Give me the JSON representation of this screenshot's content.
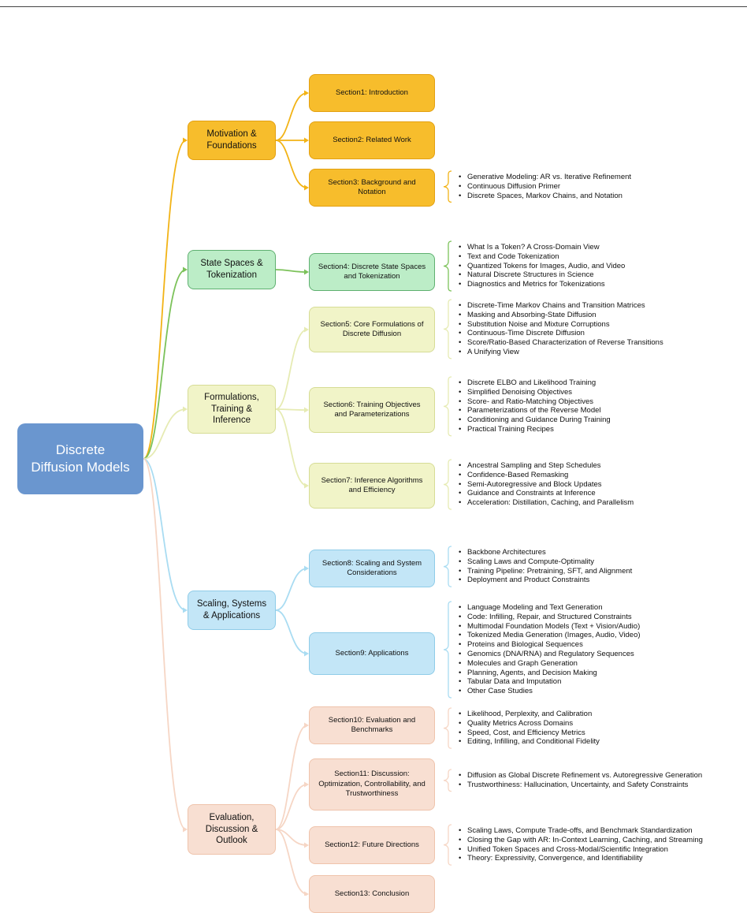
{
  "root": "Discrete Diffusion Models",
  "categories": [
    {
      "label": "Motivation & Foundations",
      "color": "#f2b316"
    },
    {
      "label": "State Spaces & Tokenization",
      "color": "#7cc25a"
    },
    {
      "label": "Formulations, Training & Inference",
      "color": "#e6ebb3"
    },
    {
      "label": "Scaling, Systems & Applications",
      "color": "#a9dcf2"
    },
    {
      "label": "Evaluation, Discussion & Outlook",
      "color": "#f6d6c5"
    }
  ],
  "sections": [
    {
      "label": "Section1: Introduction",
      "items": []
    },
    {
      "label": "Section2: Related Work",
      "items": []
    },
    {
      "label": "Section3: Background and Notation",
      "items": [
        "Generative Modeling: AR vs. Iterative Refinement",
        "Continuous Diffusion Primer",
        "Discrete Spaces, Markov Chains, and Notation"
      ]
    },
    {
      "label": "Section4: Discrete State Spaces and Tokenization",
      "items": [
        "What Is a Token? A Cross-Domain View",
        "Text and Code Tokenization",
        "Quantized Tokens for Images, Audio, and Video",
        "Natural Discrete Structures in Science",
        "Diagnostics and Metrics for Tokenizations"
      ]
    },
    {
      "label": "Section5: Core Formulations of Discrete Diffusion",
      "items": [
        "Discrete-Time Markov Chains and Transition Matrices",
        "Masking and Absorbing-State Diffusion",
        "Substitution Noise and Mixture Corruptions",
        "Continuous-Time Discrete Diffusion",
        "Score/Ratio-Based Characterization of Reverse Transitions",
        "A Unifying View"
      ]
    },
    {
      "label": "Section6: Training Objectives and Parameterizations",
      "items": [
        "Discrete ELBO and Likelihood Training",
        "Simplified Denoising Objectives",
        "Score- and Ratio-Matching Objectives",
        "Parameterizations of the Reverse Model",
        "Conditioning and Guidance During Training",
        "Practical Training Recipes"
      ]
    },
    {
      "label": "Section7: Inference Algorithms and Efficiency",
      "items": [
        "Ancestral Sampling and Step Schedules",
        "Confidence-Based Remasking",
        "Semi-Autoregressive and Block Updates",
        "Guidance and Constraints at Inference",
        "Acceleration: Distillation, Caching, and Parallelism"
      ]
    },
    {
      "label": "Section8: Scaling and System Considerations",
      "items": [
        "Backbone Architectures",
        "Scaling Laws and Compute-Optimality",
        "Training Pipeline: Pretraining, SFT, and Alignment",
        "Deployment and Product Constraints"
      ]
    },
    {
      "label": "Section9: Applications",
      "items": [
        "Language Modeling and Text Generation",
        "Code: Infilling, Repair, and Structured Constraints",
        "Multimodal Foundation Models (Text + Vision/Audio)",
        "Tokenized Media Generation (Images, Audio, Video)",
        "Proteins and Biological Sequences",
        "Genomics (DNA/RNA) and Regulatory Sequences",
        "Molecules and Graph Generation",
        "Planning, Agents, and Decision Making",
        "Tabular Data and Imputation",
        "Other Case Studies"
      ]
    },
    {
      "label": "Section10: Evaluation and Benchmarks",
      "items": [
        "Likelihood, Perplexity, and Calibration",
        "Quality Metrics Across Domains",
        "Speed, Cost, and Efficiency Metrics",
        "Editing, Infilling, and Conditional Fidelity"
      ]
    },
    {
      "label": "Section11: Discussion: Optimization, Controllability, and Trustworthiness",
      "items": [
        "Diffusion as Global Discrete Refinement vs. Autoregressive Generation",
        "Trustworthiness: Hallucination, Uncertainty, and Safety Constraints"
      ]
    },
    {
      "label": "Section12: Future Directions",
      "items": [
        "Scaling Laws, Compute Trade-offs, and Benchmark Standardization",
        "Closing the Gap with AR: In-Context Learning, Caching, and Streaming",
        "Unified Token Spaces and Cross-Modal/Scientific Integration",
        "Theory: Expressivity, Convergence, and Identifiability"
      ]
    },
    {
      "label": "Section13: Conclusion",
      "items": []
    }
  ]
}
